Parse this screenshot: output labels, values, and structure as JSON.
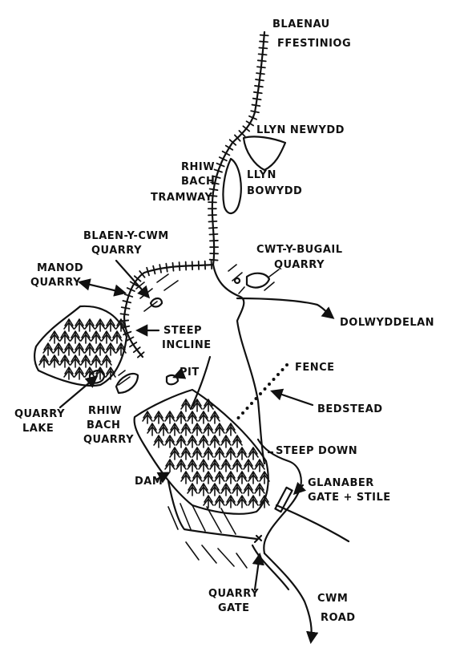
{
  "labels": {
    "blaenau1": "BLAENAU",
    "blaenau2": "FFESTINIOG",
    "llyn_newydd": "LLYN NEWYDD",
    "llyn_bowydd1": "LLYN",
    "llyn_bowydd2": "BOWYDD",
    "rhiw1": "RHIW",
    "rhiw2": "BACH",
    "rhiw3": "TRAMWAY",
    "bycwm1": "BLAEN-Y-CWM",
    "bycwm2": "QUARRY",
    "cwt1": "CWT-Y-BUGAIL",
    "cwt2": "QUARRY",
    "manod1": "MANOD",
    "manod2": "QUARRY",
    "dolwyddelan": "DOLWYDDELAN",
    "steep1": "STEEP",
    "steep2": "INCLINE",
    "fence": "FENCE",
    "pit": "PIT",
    "qlake1": "QUARRY",
    "qlake2": "LAKE",
    "rbq1": "RHIW",
    "rbq2": "BACH",
    "rbq3": "QUARRY",
    "bedstead": "BEDSTEAD",
    "steepdown": "STEEP DOWN",
    "dam": "DAM",
    "glanaber1": "GLANABER",
    "glanaber2": "GATE + STILE",
    "qgate1": "QUARRY",
    "qgate2": "GATE",
    "cwmroad1": "CWM",
    "cwmroad2": "ROAD"
  }
}
